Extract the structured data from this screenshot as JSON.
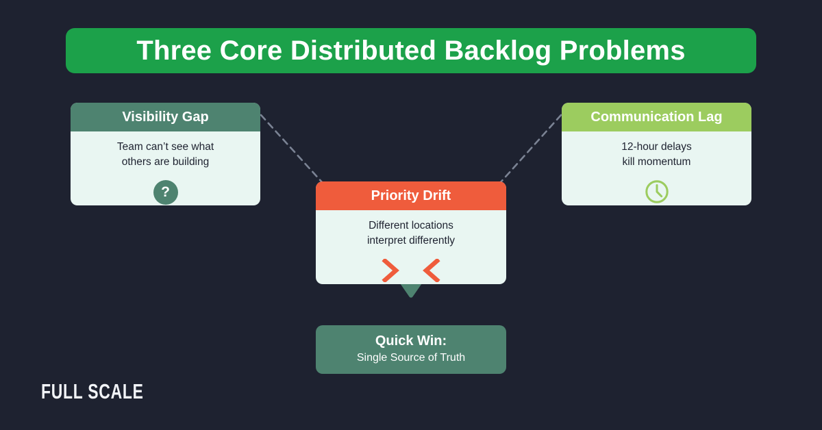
{
  "theme": {
    "background": "#1e2230",
    "banner_green": "#1ca14a",
    "sea_green": "#4e8370",
    "lime_green": "#9ccc5f",
    "orange": "#ef5c3c",
    "card_body": "#e9f6f2",
    "connector_gray": "#7b8394"
  },
  "header": {
    "title": "Three Core Distributed Backlog Problems"
  },
  "cards": [
    {
      "id": "visibility-gap",
      "title": "Visibility Gap",
      "description": "Team can’t see what\nothers are building",
      "icon": "question-mark-icon",
      "icon_glyph": "?",
      "header_color": "#4e8370"
    },
    {
      "id": "priority-drift",
      "title": "Priority Drift",
      "description": "Different locations\ninterpret differently",
      "icon": "converging-chevrons-icon",
      "header_color": "#ef5c3c"
    },
    {
      "id": "communication-lag",
      "title": "Communication Lag",
      "description": "12-hour delays\nkill momentum",
      "icon": "clock-icon",
      "header_color": "#9ccc5f"
    }
  ],
  "outcome": {
    "title": "Quick Win:",
    "subtitle": "Single Source of Truth"
  },
  "brand": {
    "logo_text": "FULL SCALE"
  }
}
